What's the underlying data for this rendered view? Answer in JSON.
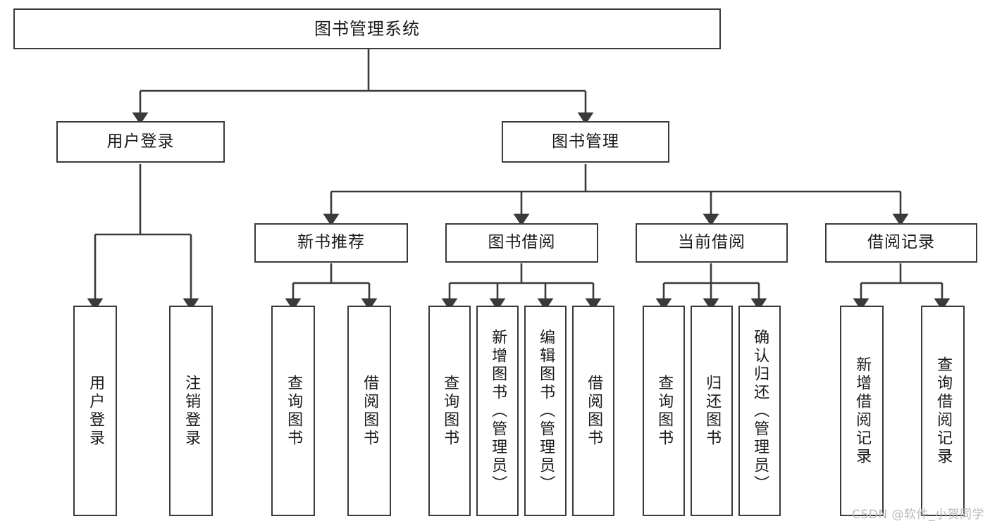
{
  "diagram": {
    "title": "图书管理系统",
    "type": "功能结构图",
    "background_color": "#ffffff",
    "line_color": "#3a3a3a",
    "text_color": "#1a1a1a",
    "watermark": "CSDN @软件_小贺同学"
  },
  "nodes": {
    "root": {
      "label": "图书管理系统",
      "level": 1
    },
    "level2": [
      {
        "id": "user-login",
        "label": "用户登录"
      },
      {
        "id": "book-manage",
        "label": "图书管理"
      }
    ],
    "level3": [
      {
        "id": "new-book-recommend",
        "label": "新书推荐"
      },
      {
        "id": "book-borrow",
        "label": "图书借阅"
      },
      {
        "id": "current-borrow",
        "label": "当前借阅"
      },
      {
        "id": "borrow-record",
        "label": "借阅记录"
      }
    ],
    "leaves": {
      "user_login": [
        {
          "id": "leaf-user-login",
          "label": "用户登录"
        },
        {
          "id": "leaf-logout",
          "label": "注销登录"
        }
      ],
      "new_book_recommend": [
        {
          "id": "leaf-query-book-1",
          "label": "查询图书"
        },
        {
          "id": "leaf-borrow-book-1",
          "label": "借阅图书"
        }
      ],
      "book_borrow": [
        {
          "id": "leaf-query-book-2",
          "label": "查询图书"
        },
        {
          "id": "leaf-add-book",
          "label": "新增图书（管理员）"
        },
        {
          "id": "leaf-edit-book",
          "label": "编辑图书（管理员）"
        },
        {
          "id": "leaf-borrow-book-2",
          "label": "借阅图书"
        }
      ],
      "current_borrow": [
        {
          "id": "leaf-query-book-3",
          "label": "查询图书"
        },
        {
          "id": "leaf-return-book",
          "label": "归还图书"
        },
        {
          "id": "leaf-confirm-return",
          "label": "确认归还（管理员）"
        }
      ],
      "borrow_record": [
        {
          "id": "leaf-add-record",
          "label": "新增借阅记录"
        },
        {
          "id": "leaf-query-record",
          "label": "查询借阅记录"
        }
      ]
    }
  }
}
